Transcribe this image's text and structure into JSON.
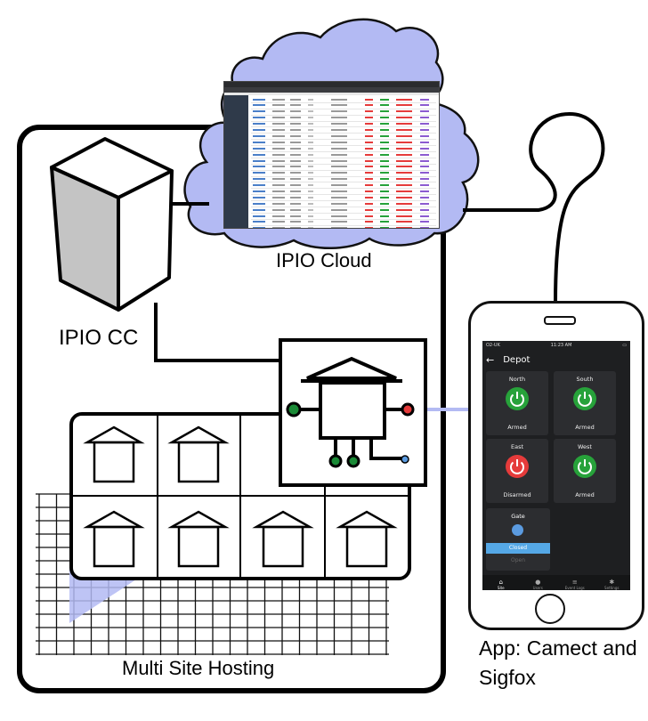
{
  "labels": {
    "cloud": "IPIO Cloud",
    "control_center": "IPIO CC",
    "multi_site": "Multi Site Hosting",
    "app": "App: Camect and Sigfox"
  },
  "colors": {
    "cloud_fill": "#b3baf3",
    "status_red": "#e53b3b",
    "status_green": "#27a23a",
    "gate_blue": "#5b9be0"
  },
  "app": {
    "status_bar": {
      "carrier": "O2-UK",
      "time": "11:23 AM"
    },
    "back_icon": "arrow-left-icon",
    "title": "Depot",
    "zones": [
      {
        "name": "North",
        "state": "Armed",
        "color": "green"
      },
      {
        "name": "South",
        "state": "Armed",
        "color": "green"
      },
      {
        "name": "East",
        "state": "Disarmed",
        "color": "red"
      },
      {
        "name": "West",
        "state": "Armed",
        "color": "green"
      }
    ],
    "gate": {
      "name": "Gate",
      "closed_label": "Closed",
      "open_label": "Open"
    },
    "tabs": [
      {
        "label": "Site",
        "icon": "home-icon"
      },
      {
        "label": "Users",
        "icon": "user-icon"
      },
      {
        "label": "Event Logs",
        "icon": "list-icon"
      },
      {
        "label": "Settings",
        "icon": "gear-icon"
      }
    ]
  }
}
